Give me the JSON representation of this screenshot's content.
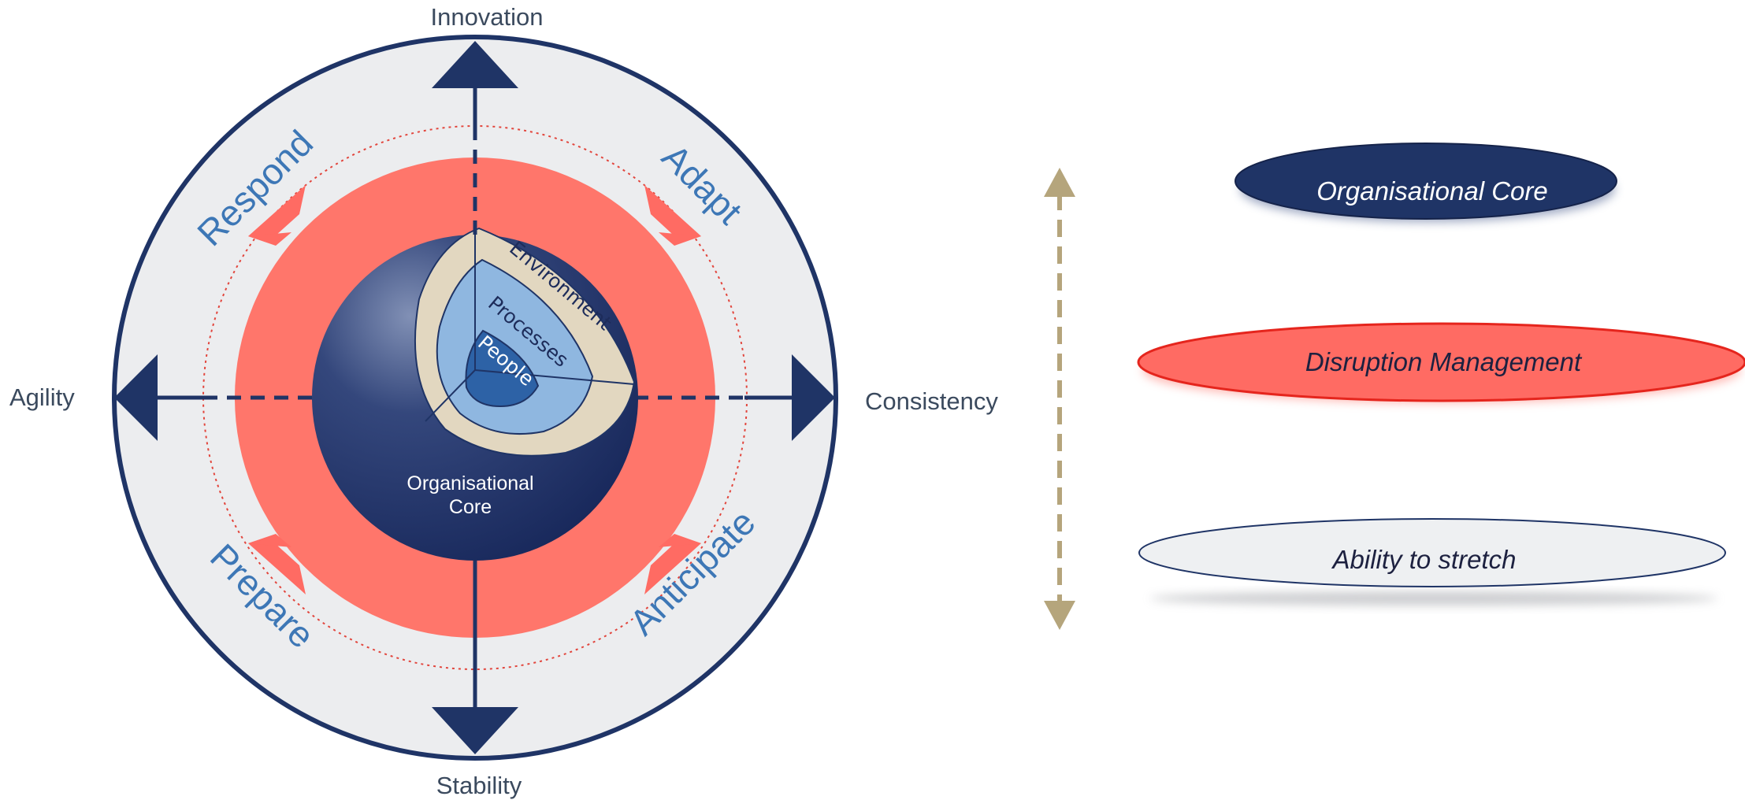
{
  "axes": {
    "top": "Innovation",
    "bottom": "Stability",
    "left": "Agility",
    "right": "Consistency"
  },
  "quadrants": {
    "top_left": "Respond",
    "top_right": "Adapt",
    "bottom_left": "Prepare",
    "bottom_right": "Anticipate"
  },
  "core": {
    "outer_layer": "Environment",
    "middle_layer": "Processes",
    "inner_layer": "People",
    "label_line1": "Organisational",
    "label_line2": "Core"
  },
  "legend": {
    "items": [
      {
        "label": "Organisational Core",
        "fill": "#1f3466",
        "text_color": "#ffffff"
      },
      {
        "label": "Disruption Management",
        "fill": "#ff6b63",
        "text_color": "#1d2140"
      },
      {
        "label": "Ability to stretch",
        "fill": "#eef0f2",
        "text_color": "#1d2140"
      }
    ]
  },
  "colors": {
    "navy": "#1f3466",
    "coral": "#ff766b",
    "light_gray": "#ecedef",
    "tan": "#e2d7c0",
    "light_blue": "#8fb7e0",
    "mid_blue": "#2d62a6",
    "gold_arrow": "#b5a57c"
  }
}
